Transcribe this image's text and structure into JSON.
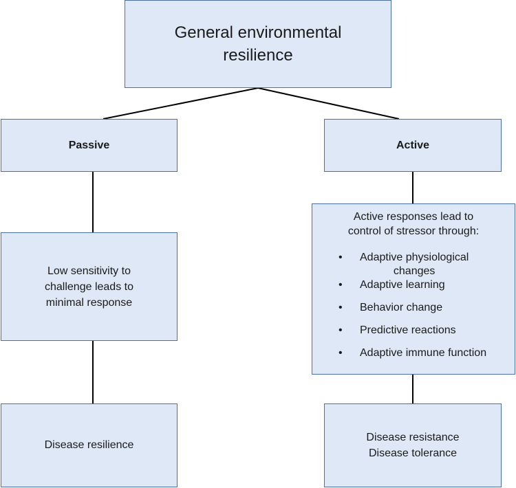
{
  "root": {
    "line1": "General environmental",
    "line2": "resilience"
  },
  "passive": {
    "title": "Passive"
  },
  "active": {
    "title": "Active"
  },
  "low_sensitivity": {
    "line1": "Low sensitivity to",
    "line2": "challenge leads to",
    "line3": "minimal response"
  },
  "active_responses": {
    "intro_line1": "Active responses lead to",
    "intro_line2": "control of stressor through:",
    "bullet": "•",
    "items": [
      {
        "line1": "Adaptive physiological",
        "line2": "changes"
      },
      {
        "line1": "Adaptive learning"
      },
      {
        "line1": "Behavior change"
      },
      {
        "line1": "Predictive reactions"
      },
      {
        "line1": "Adaptive immune function"
      }
    ]
  },
  "disease_resilience": {
    "label": "Disease resilience"
  },
  "disease_resistance": {
    "line1": "Disease resistance",
    "line2": "Disease tolerance"
  },
  "colors": {
    "box_fill": "#dfe8f6",
    "box_border": "#4a6fa5",
    "connector": "#000000"
  }
}
